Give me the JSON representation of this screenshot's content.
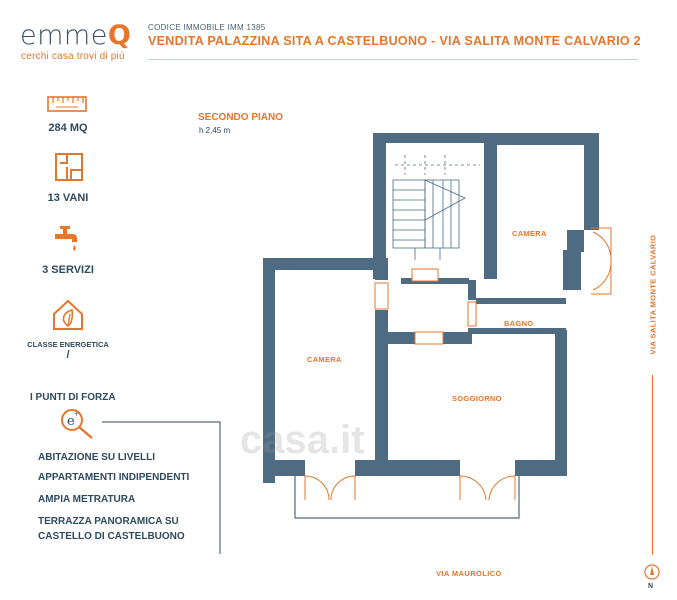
{
  "brand": {
    "name_prefix": "emme",
    "name_suffix": "Q",
    "tagline": "cerchi casa  trovi di più"
  },
  "header": {
    "code": "CODICE IMMOBILE IMM 1385",
    "title": "VENDITA PALAZZINA SITA A CASTELBUONO - VIA SALITA MONTE CALVARIO 2"
  },
  "features": {
    "area": "284 MQ",
    "rooms": "13 VANI",
    "services": "3 SERVIZI",
    "energy_label": "CLASSE ENERGETICA",
    "energy_value": "/"
  },
  "floor": {
    "title": "SECONDO PIANO",
    "height": "h 2,45 m"
  },
  "rooms": {
    "camera_right": "CAMERA",
    "bagno": "BAGNO",
    "camera_left": "CAMERA",
    "soggiorno": "SOGGIORNO"
  },
  "streets": {
    "right": "VIA SALITA MONTE CALVARIO",
    "bottom": "VIA MAUROLICO",
    "north": "N"
  },
  "strengths": {
    "title": "I PUNTI DI FORZA",
    "items": [
      "ABITAZIONE SU LIVELLI",
      "APPARTAMENTI INDIPENDENTI",
      "AMPIA METRATURA",
      "TERRAZZA PANORAMICA SU CASTELLO DI CASTELBUONO"
    ]
  },
  "watermark": "casa.it",
  "colors": {
    "accent": "#e6762c",
    "navy": "#2f4a5c",
    "wall": "#4e6b82"
  }
}
